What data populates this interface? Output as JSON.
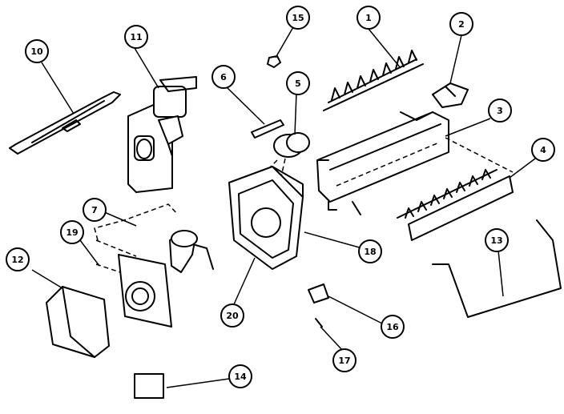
{
  "diagram": {
    "callouts": [
      {
        "id": "part-1",
        "label": "1"
      },
      {
        "id": "part-2",
        "label": "2"
      },
      {
        "id": "part-3",
        "label": "3"
      },
      {
        "id": "part-4",
        "label": "4"
      },
      {
        "id": "part-5",
        "label": "5"
      },
      {
        "id": "part-6",
        "label": "6"
      },
      {
        "id": "part-7",
        "label": "7"
      },
      {
        "id": "part-10",
        "label": "10"
      },
      {
        "id": "part-11",
        "label": "11"
      },
      {
        "id": "part-12",
        "label": "12"
      },
      {
        "id": "part-13",
        "label": "13"
      },
      {
        "id": "part-14",
        "label": "14"
      },
      {
        "id": "part-15",
        "label": "15"
      },
      {
        "id": "part-16",
        "label": "16"
      },
      {
        "id": "part-17",
        "label": "17"
      },
      {
        "id": "part-18",
        "label": "18"
      },
      {
        "id": "part-19",
        "label": "19"
      },
      {
        "id": "part-20",
        "label": "20"
      }
    ]
  }
}
